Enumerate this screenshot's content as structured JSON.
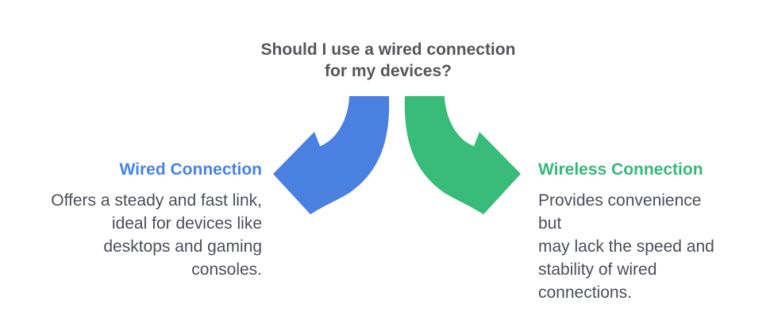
{
  "title_lines": [
    "Should I use a wired connection",
    "for my devices?"
  ],
  "branches": {
    "wired": {
      "heading": "Wired Connection",
      "body_lines": [
        "Offers a steady and fast link,",
        "ideal for devices like",
        "desktops and gaming",
        "consoles."
      ]
    },
    "wireless": {
      "heading": "Wireless Connection",
      "body_lines": [
        "Provides convenience but",
        "may lack the speed and",
        "stability of wired",
        "connections."
      ]
    }
  },
  "icons": {
    "left_arrow": "curved-arrow-down-left",
    "right_arrow": "curved-arrow-down-right"
  },
  "colors": {
    "arrow-blue": "#4a80e0",
    "arrow-green": "#39bb79",
    "heading-blue": "#4483ea",
    "heading-green": "#35b878",
    "title-gray": "#55565a",
    "body-gray": "#4b4e57",
    "background": "#ffffff"
  }
}
